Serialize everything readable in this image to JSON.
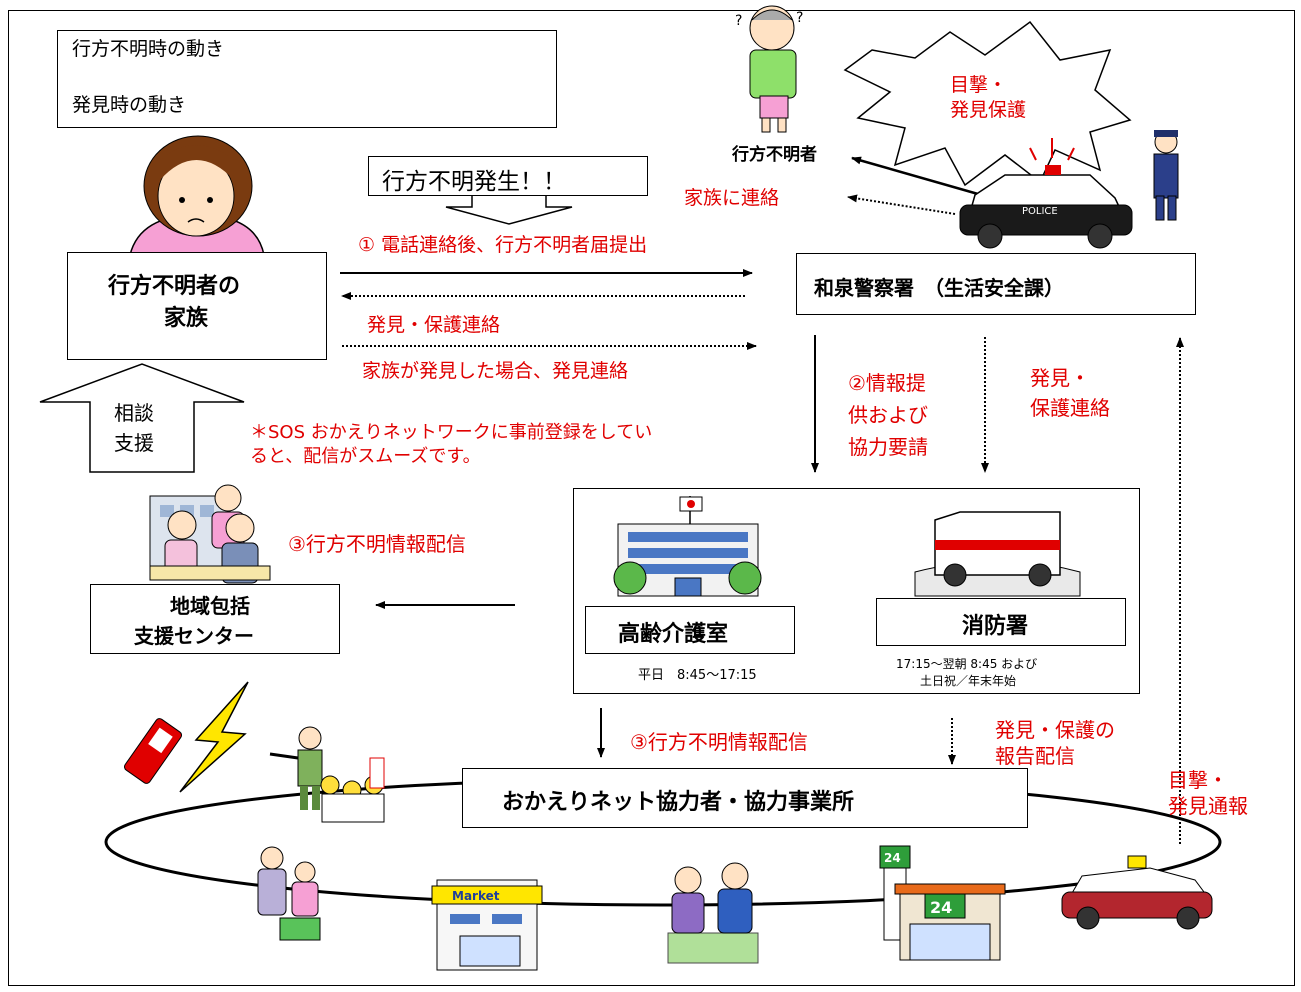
{
  "legend": {
    "missing_flow": "行方不明時の動き",
    "found_flow": "発見時の動き"
  },
  "banner": "行方不明発生！！",
  "family_box": {
    "line1": "行方不明者の",
    "line2": "家族"
  },
  "police_box": "和泉警察署　（生活安全課）",
  "missing_person_label": "行方不明者",
  "police_car_text": "POLICE",
  "bubble": {
    "line1": "目撃・",
    "line2": "発見保護"
  },
  "contact_family": "家族に連絡",
  "step1": "①  電話連絡後、行方不明者届提出",
  "found_contact": "発見・保護連絡",
  "family_found": "家族が発見した場合、発見連絡",
  "consult": {
    "line1": "相談",
    "line2": "支援"
  },
  "sos_note": {
    "line1": "＊SOS おかえりネットワークに事前登録をしてい",
    "line2": "ると、配信がスムーズです。"
  },
  "step2": {
    "line1": "②情報提",
    "line2": "供および",
    "line3": "協力要請"
  },
  "found_contact2": {
    "line1": "発見・",
    "line2": "保護連絡"
  },
  "step3_left": "③行方不明情報配信",
  "center_box": {
    "line1": "地域包括",
    "line2": "支援センター"
  },
  "koureikaigo": {
    "label": "高齢介護室",
    "hours": "平日　8:45～17:15"
  },
  "shoubou": {
    "label": "消防署",
    "hours1": "17:15～翌朝 8:45 および",
    "hours2": "土日祝／年末年始"
  },
  "step3_bottom": "③行方不明情報配信",
  "report": {
    "line1": "発見・保護の",
    "line2": "報告配信"
  },
  "sighting": {
    "line1": "目撃・",
    "line2": "発見通報"
  },
  "network_box": "おかえりネット協力者・協力事業所",
  "market_sign": "Market",
  "store_24": "24"
}
